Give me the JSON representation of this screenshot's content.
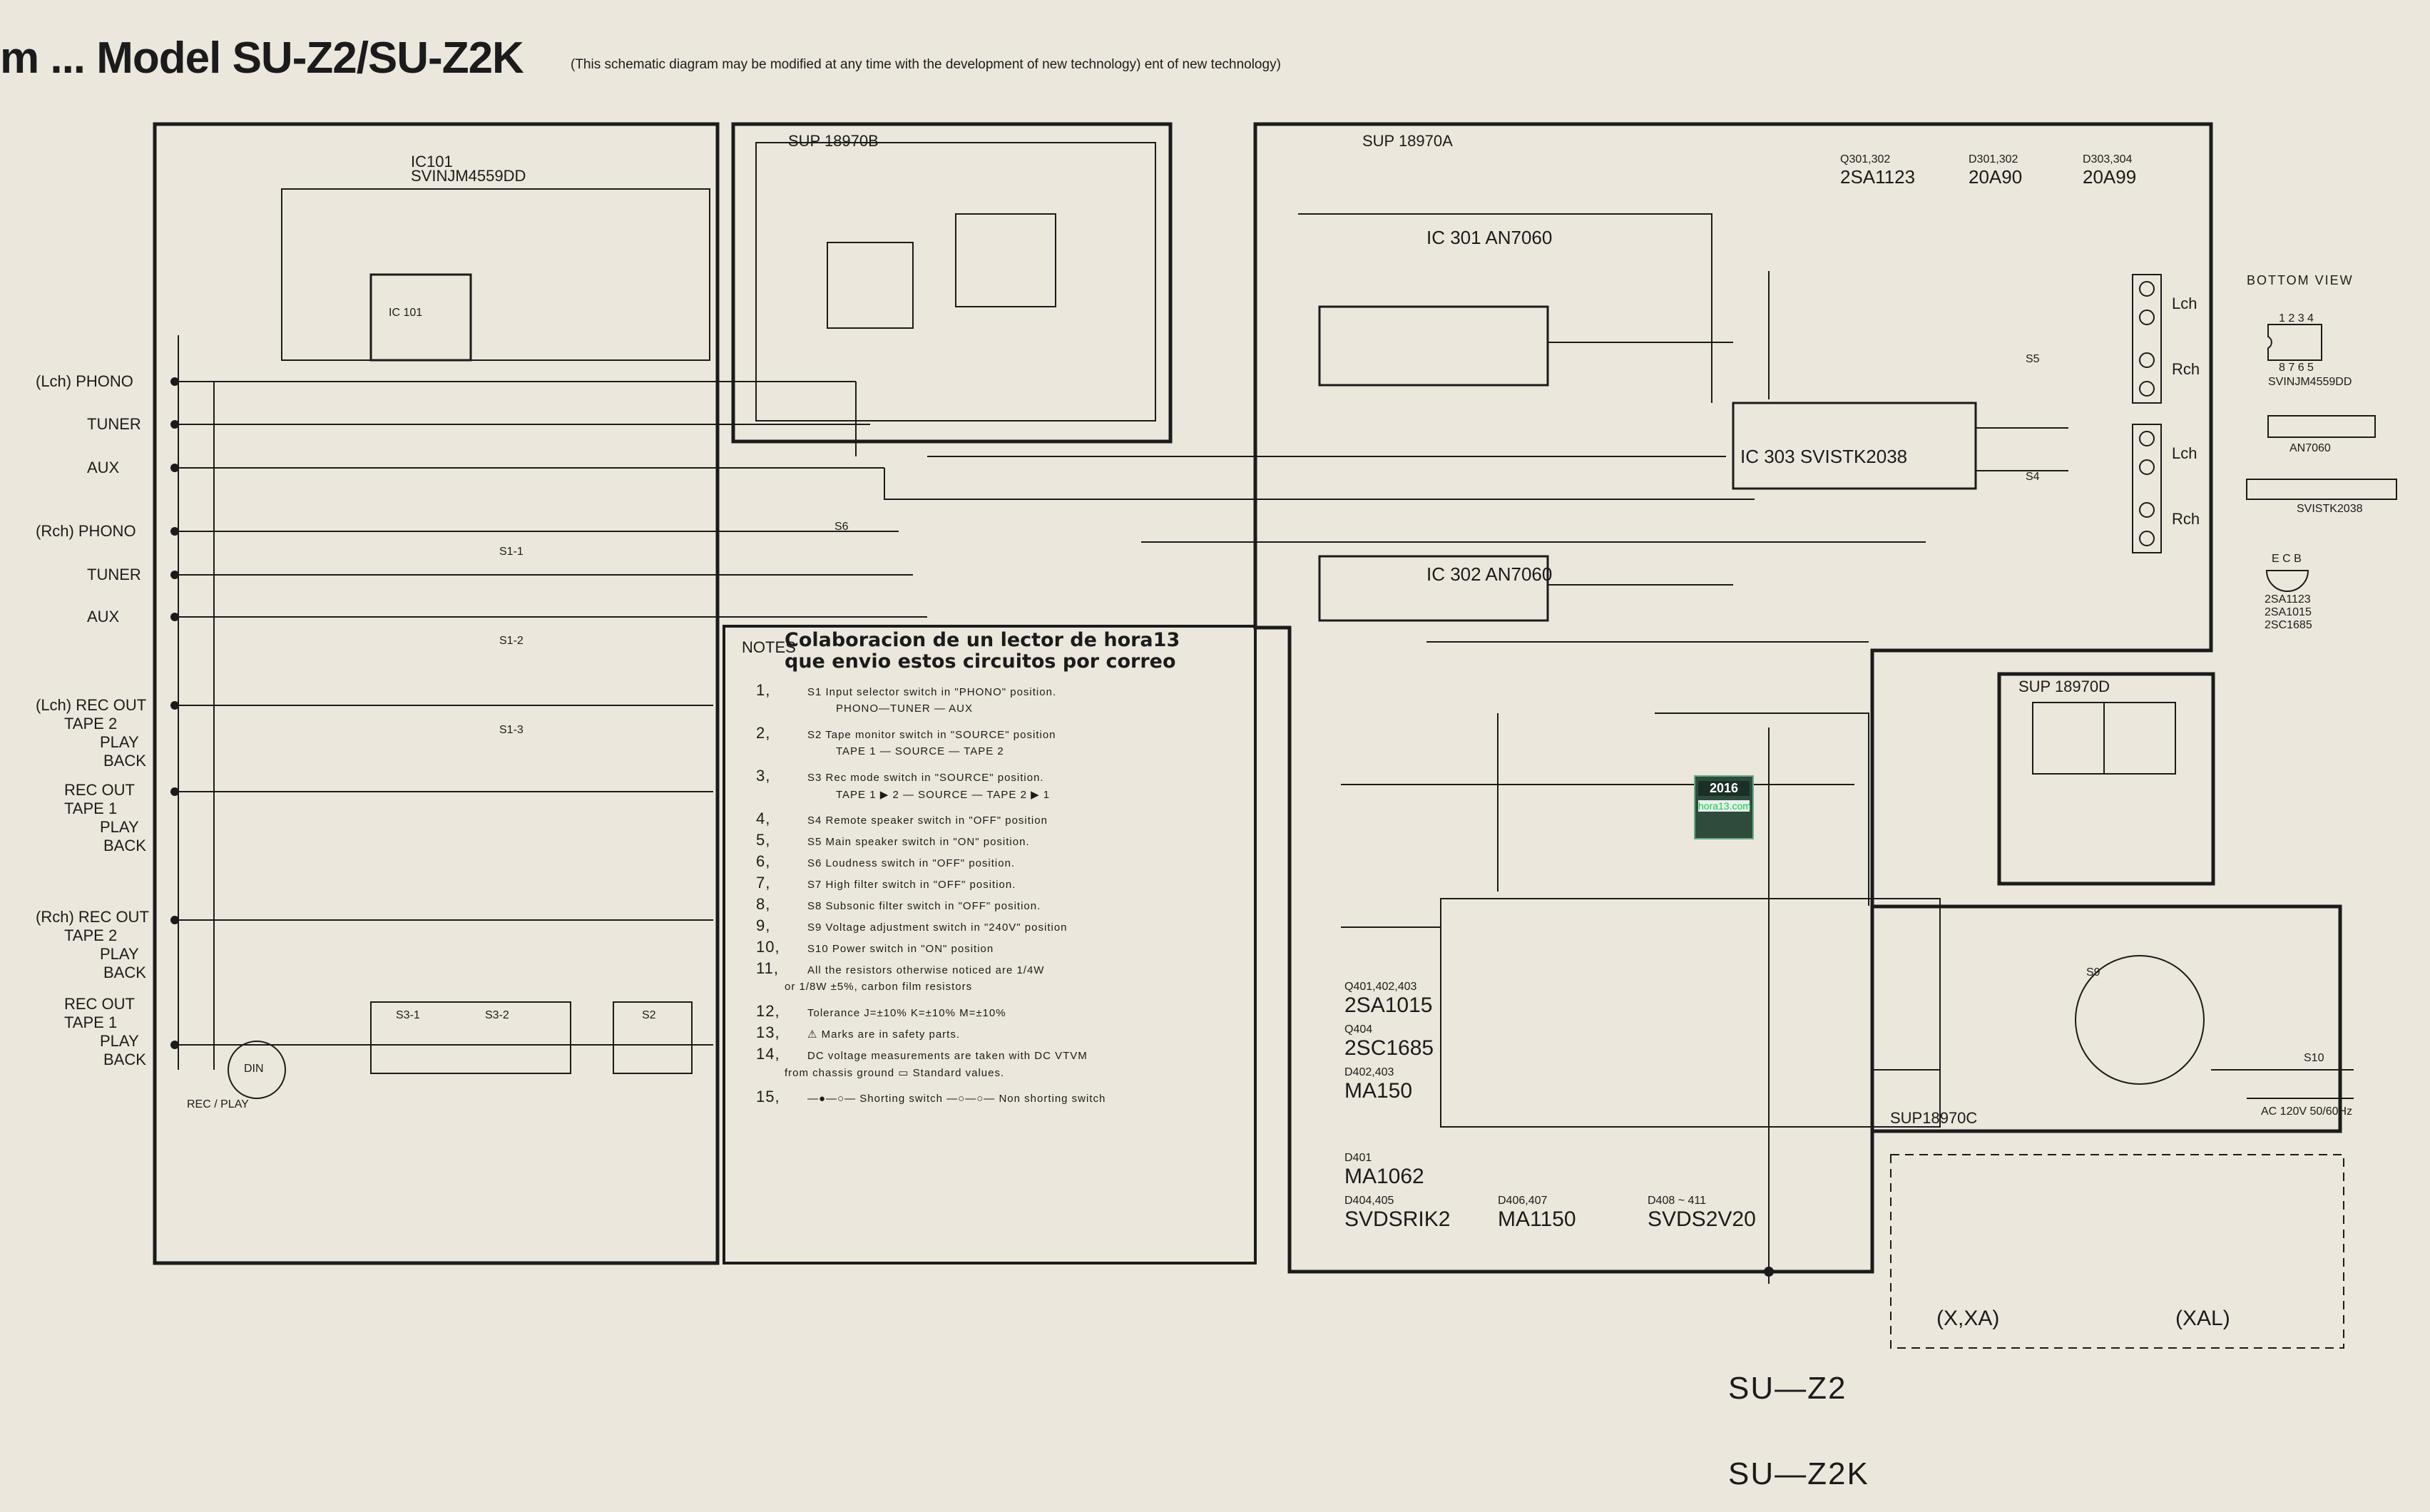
{
  "header": {
    "title": "m ... Model SU-Z2/SU-Z2K",
    "subtitle": "(This schematic diagram may be modified at any time with the development of new technology)  ent of new technology)"
  },
  "boards": {
    "preamp_ic_label": "IC101",
    "preamp_ic_part": "SVINJM4559DD",
    "ic101": "IC 101",
    "board_b": "SUP 18970B",
    "board_a": "SUP 18970A",
    "board_d": "SUP 18970D",
    "board_c": "SUP18970C",
    "ic301": "IC 301  AN7060",
    "ic302": "IC 302  AN7060",
    "ic303": "IC 303   SVISTK2038"
  },
  "inputs": [
    {
      "label": "(Lch) PHONO"
    },
    {
      "label": "TUNER"
    },
    {
      "label": "AUX"
    },
    {
      "label": "(Rch) PHONO"
    },
    {
      "label": "TUNER"
    },
    {
      "label": "AUX"
    }
  ],
  "tape_outputs": [
    {
      "label": "(Lch) REC OUT",
      "sub1": "TAPE 2",
      "sub2": "PLAY",
      "sub3": "BACK"
    },
    {
      "label": "REC OUT",
      "sub1": "TAPE 1",
      "sub2": "PLAY",
      "sub3": "BACK"
    },
    {
      "label": "(Rch) REC OUT",
      "sub1": "TAPE 2",
      "sub2": "PLAY",
      "sub3": "BACK"
    },
    {
      "label": "REC OUT",
      "sub1": "TAPE 1",
      "sub2": "PLAY",
      "sub3": "BACK"
    }
  ],
  "switch_labels": [
    "S1-1",
    "S1-2",
    "S1-3",
    "S3-1",
    "S3-2",
    "S2",
    "S6",
    "S5",
    "S4",
    "S9",
    "S10"
  ],
  "din_label": "DIN",
  "rec_play": "REC / PLAY",
  "speaker_labels": [
    "Lch",
    "Rch",
    "Lch",
    "Rch"
  ],
  "ac_label": "AC 120V 50/60Hz",
  "transistors_top": [
    {
      "ref": "Q301,302",
      "part": "2SA1123"
    },
    {
      "ref": "D301,302",
      "part": "20A90"
    },
    {
      "ref": "D303,304",
      "part": "20A99"
    }
  ],
  "semiconductors": [
    {
      "ref": "Q401,402,403",
      "part": "2SA1015"
    },
    {
      "ref": "Q404",
      "part": "2SC1685"
    },
    {
      "ref": "D402,403",
      "part": "MA150"
    },
    {
      "ref": "D401",
      "part": "MA1062"
    },
    {
      "ref": "D404,405",
      "part": "SVDSRIK2"
    },
    {
      "ref": "D406,407",
      "part": "MA1150"
    },
    {
      "ref": "D408 ~ 411",
      "part": "SVDS2V20"
    }
  ],
  "notes": {
    "header": "NOTES",
    "collab_line1": "Colaboracion de un lector de hora13",
    "collab_line2": "que envio estos circuitos por correo",
    "items": [
      {
        "num": "1,",
        "text": "S1   Input selector switch in \"PHONO\" position.",
        "sub": "PHONO—TUNER — AUX"
      },
      {
        "num": "2,",
        "text": "S2   Tape monitor switch in \"SOURCE\" position",
        "sub": "TAPE 1 — SOURCE — TAPE 2"
      },
      {
        "num": "3,",
        "text": "S3   Rec mode switch in \"SOURCE\" position.",
        "sub": "TAPE 1 ▶ 2 — SOURCE — TAPE 2 ▶ 1"
      },
      {
        "num": "4,",
        "text": "S4   Remote speaker switch in \"OFF\" position"
      },
      {
        "num": "5,",
        "text": "S5   Main speaker switch in \"ON\" position."
      },
      {
        "num": "6,",
        "text": "S6  Loudness switch in \"OFF\" position."
      },
      {
        "num": "7,",
        "text": "S7   High filter switch in \"OFF\" position."
      },
      {
        "num": "8,",
        "text": "S8   Subsonic filter switch in \"OFF\" position."
      },
      {
        "num": "9,",
        "text": "S9   Voltage adjustment switch in \"240V\" position"
      },
      {
        "num": "10,",
        "text": "S10  Power switch in \"ON\" position"
      },
      {
        "num": "11,",
        "text": "All the resistors otherwise noticed are 1/4W",
        "sub": "or 1/8W ±5%, carbon film resistors"
      },
      {
        "num": "12,",
        "text": "Tolerance        J=±10%      K=±10%      M=±10%"
      },
      {
        "num": "13,",
        "text": "⚠ Marks are in safety parts."
      },
      {
        "num": "14,",
        "text": "DC voltage measurements are taken with DC VTVM",
        "sub": "from chassis ground   ▭ Standard values."
      },
      {
        "num": "15,",
        "text": "—●—○— Shorting switch      —○—○— Non shorting switch"
      }
    ]
  },
  "bottom_view": {
    "title": "BOTTOM  VIEW",
    "ic1": "SVINJM4559DD",
    "ic1_pins_top": "1 2 3 4",
    "ic1_pins_bottom": "8 7 6 5",
    "ic2": "AN7060",
    "ic3": "SVISTK2038",
    "tr_pins": "E C B",
    "tr_parts": [
      "2SA1123",
      "2SA1015",
      "2SC1685"
    ]
  },
  "variants": {
    "a": "(X,XA)",
    "b": "(XAL)"
  },
  "models": {
    "m1": "SU—Z2",
    "m2": "SU—Z2K"
  },
  "watermark": {
    "year": "2016",
    "site": "hora13.com"
  }
}
